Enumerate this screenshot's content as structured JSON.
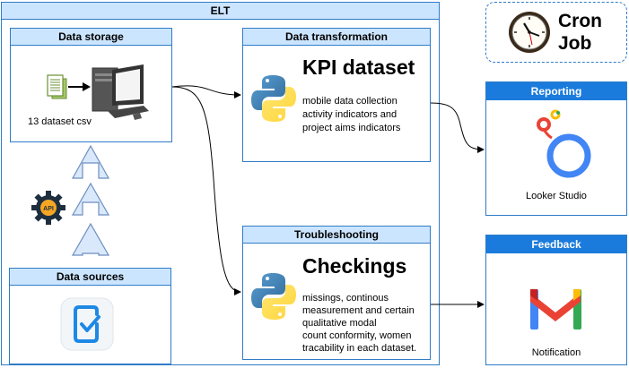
{
  "elt": {
    "title": "ELT"
  },
  "data_storage": {
    "title": "Data storage",
    "caption": "13 dataset csv"
  },
  "data_sources": {
    "title": "Data sources",
    "api_label": "API"
  },
  "data_transformation": {
    "title": "Data transformation",
    "heading": "KPI dataset",
    "lines": [
      "mobile data collection",
      "activity indicators and",
      "project aims indicators"
    ]
  },
  "troubleshooting": {
    "title": "Troubleshooting",
    "heading": "Checkings",
    "lines": [
      "missings, continous",
      "measurement and certain",
      "qualitative modal",
      "count conformity, women",
      "tracability in each dataset."
    ]
  },
  "cron": {
    "line1": "Cron",
    "line2": "Job"
  },
  "reporting": {
    "title": "Reporting",
    "caption": "Looker Studio"
  },
  "feedback": {
    "title": "Feedback",
    "caption": "Notification"
  },
  "colors": {
    "frame": "#2f7cc7",
    "header": "#cce5ff",
    "header_dark": "#1a7bdc",
    "arrow_fill": "#dae8fc"
  }
}
